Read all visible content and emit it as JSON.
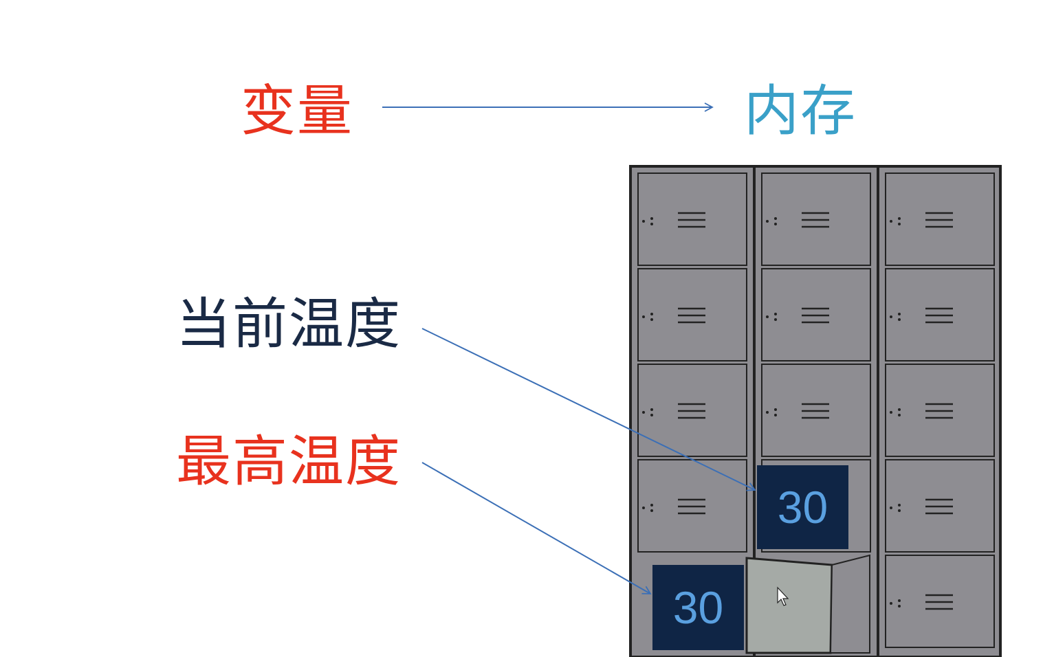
{
  "slide": {
    "variable_label": "变量",
    "memory_label": "内存",
    "current_temp_label": "当前温度",
    "max_temp_label": "最高温度",
    "current_temp_value": "30",
    "max_temp_value": "30"
  },
  "colors": {
    "variable_label": "#e8321e",
    "memory_label": "#3aa0c8",
    "current_temp_label": "#1a2a45",
    "max_temp_label": "#e8321e",
    "arrow": "#3b6fb6",
    "locker_body": "#8e8d92",
    "locker_outline": "#222222",
    "value_box_bg": "#0f2545",
    "value_box_text": "#5aa0e0"
  },
  "icons": [
    "mouse-cursor-icon"
  ]
}
